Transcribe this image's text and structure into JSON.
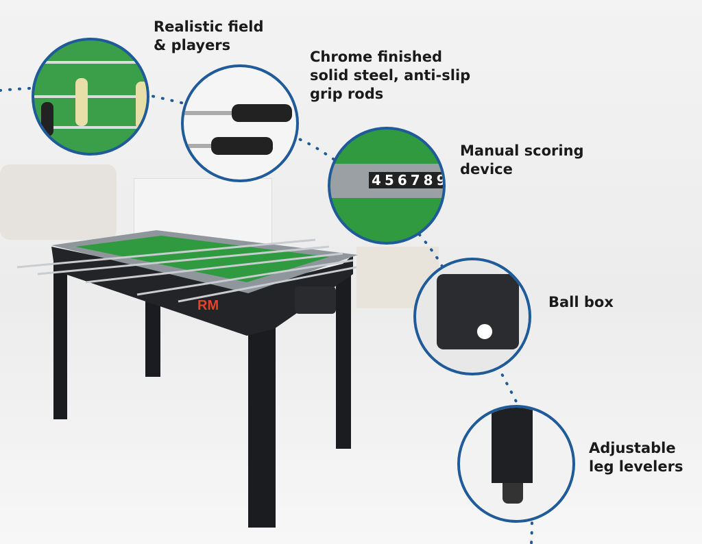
{
  "features": [
    {
      "label": "Realistic field\n& players",
      "icon": "field-players-closeup"
    },
    {
      "label": "Chrome finished\nsolid steel, anti-slip\ngrip rods",
      "icon": "grip-rods-closeup"
    },
    {
      "label": "Manual scoring\ndevice",
      "icon": "scoring-device-closeup",
      "score_digits": "456789"
    },
    {
      "label": "Ball box",
      "icon": "ball-box-closeup"
    },
    {
      "label": "Adjustable\nleg levelers",
      "icon": "leg-leveler-closeup"
    }
  ],
  "product": {
    "logo": "RM"
  },
  "colors": {
    "accent": "#1f5a9a",
    "field": "#2f9a3f",
    "table": "#1b1c1f",
    "logo": "#e0452a"
  }
}
